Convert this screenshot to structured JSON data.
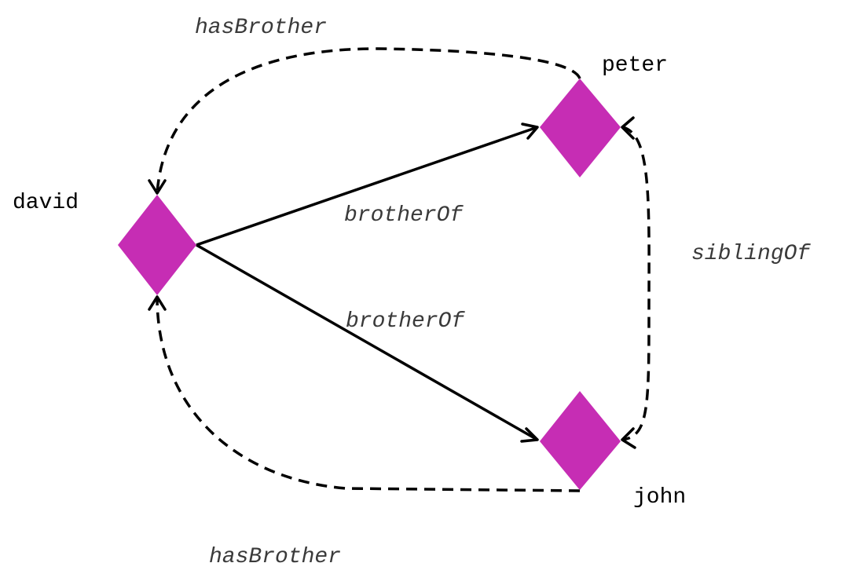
{
  "colors": {
    "node_fill": "#C62DB4",
    "edge_stroke": "#000000",
    "background": "#FFFFFF"
  },
  "nodes": {
    "david": {
      "label": "david"
    },
    "peter": {
      "label": "peter"
    },
    "john": {
      "label": "john"
    }
  },
  "edges": {
    "david_peter": {
      "label": "brotherOf",
      "style": "solid"
    },
    "david_john": {
      "label": "brotherOf",
      "style": "solid"
    },
    "peter_david": {
      "label": "hasBrother",
      "style": "dashed"
    },
    "john_david": {
      "label": "hasBrother",
      "style": "dashed"
    },
    "peter_john": {
      "label": "siblingOf",
      "style": "dashed"
    }
  }
}
